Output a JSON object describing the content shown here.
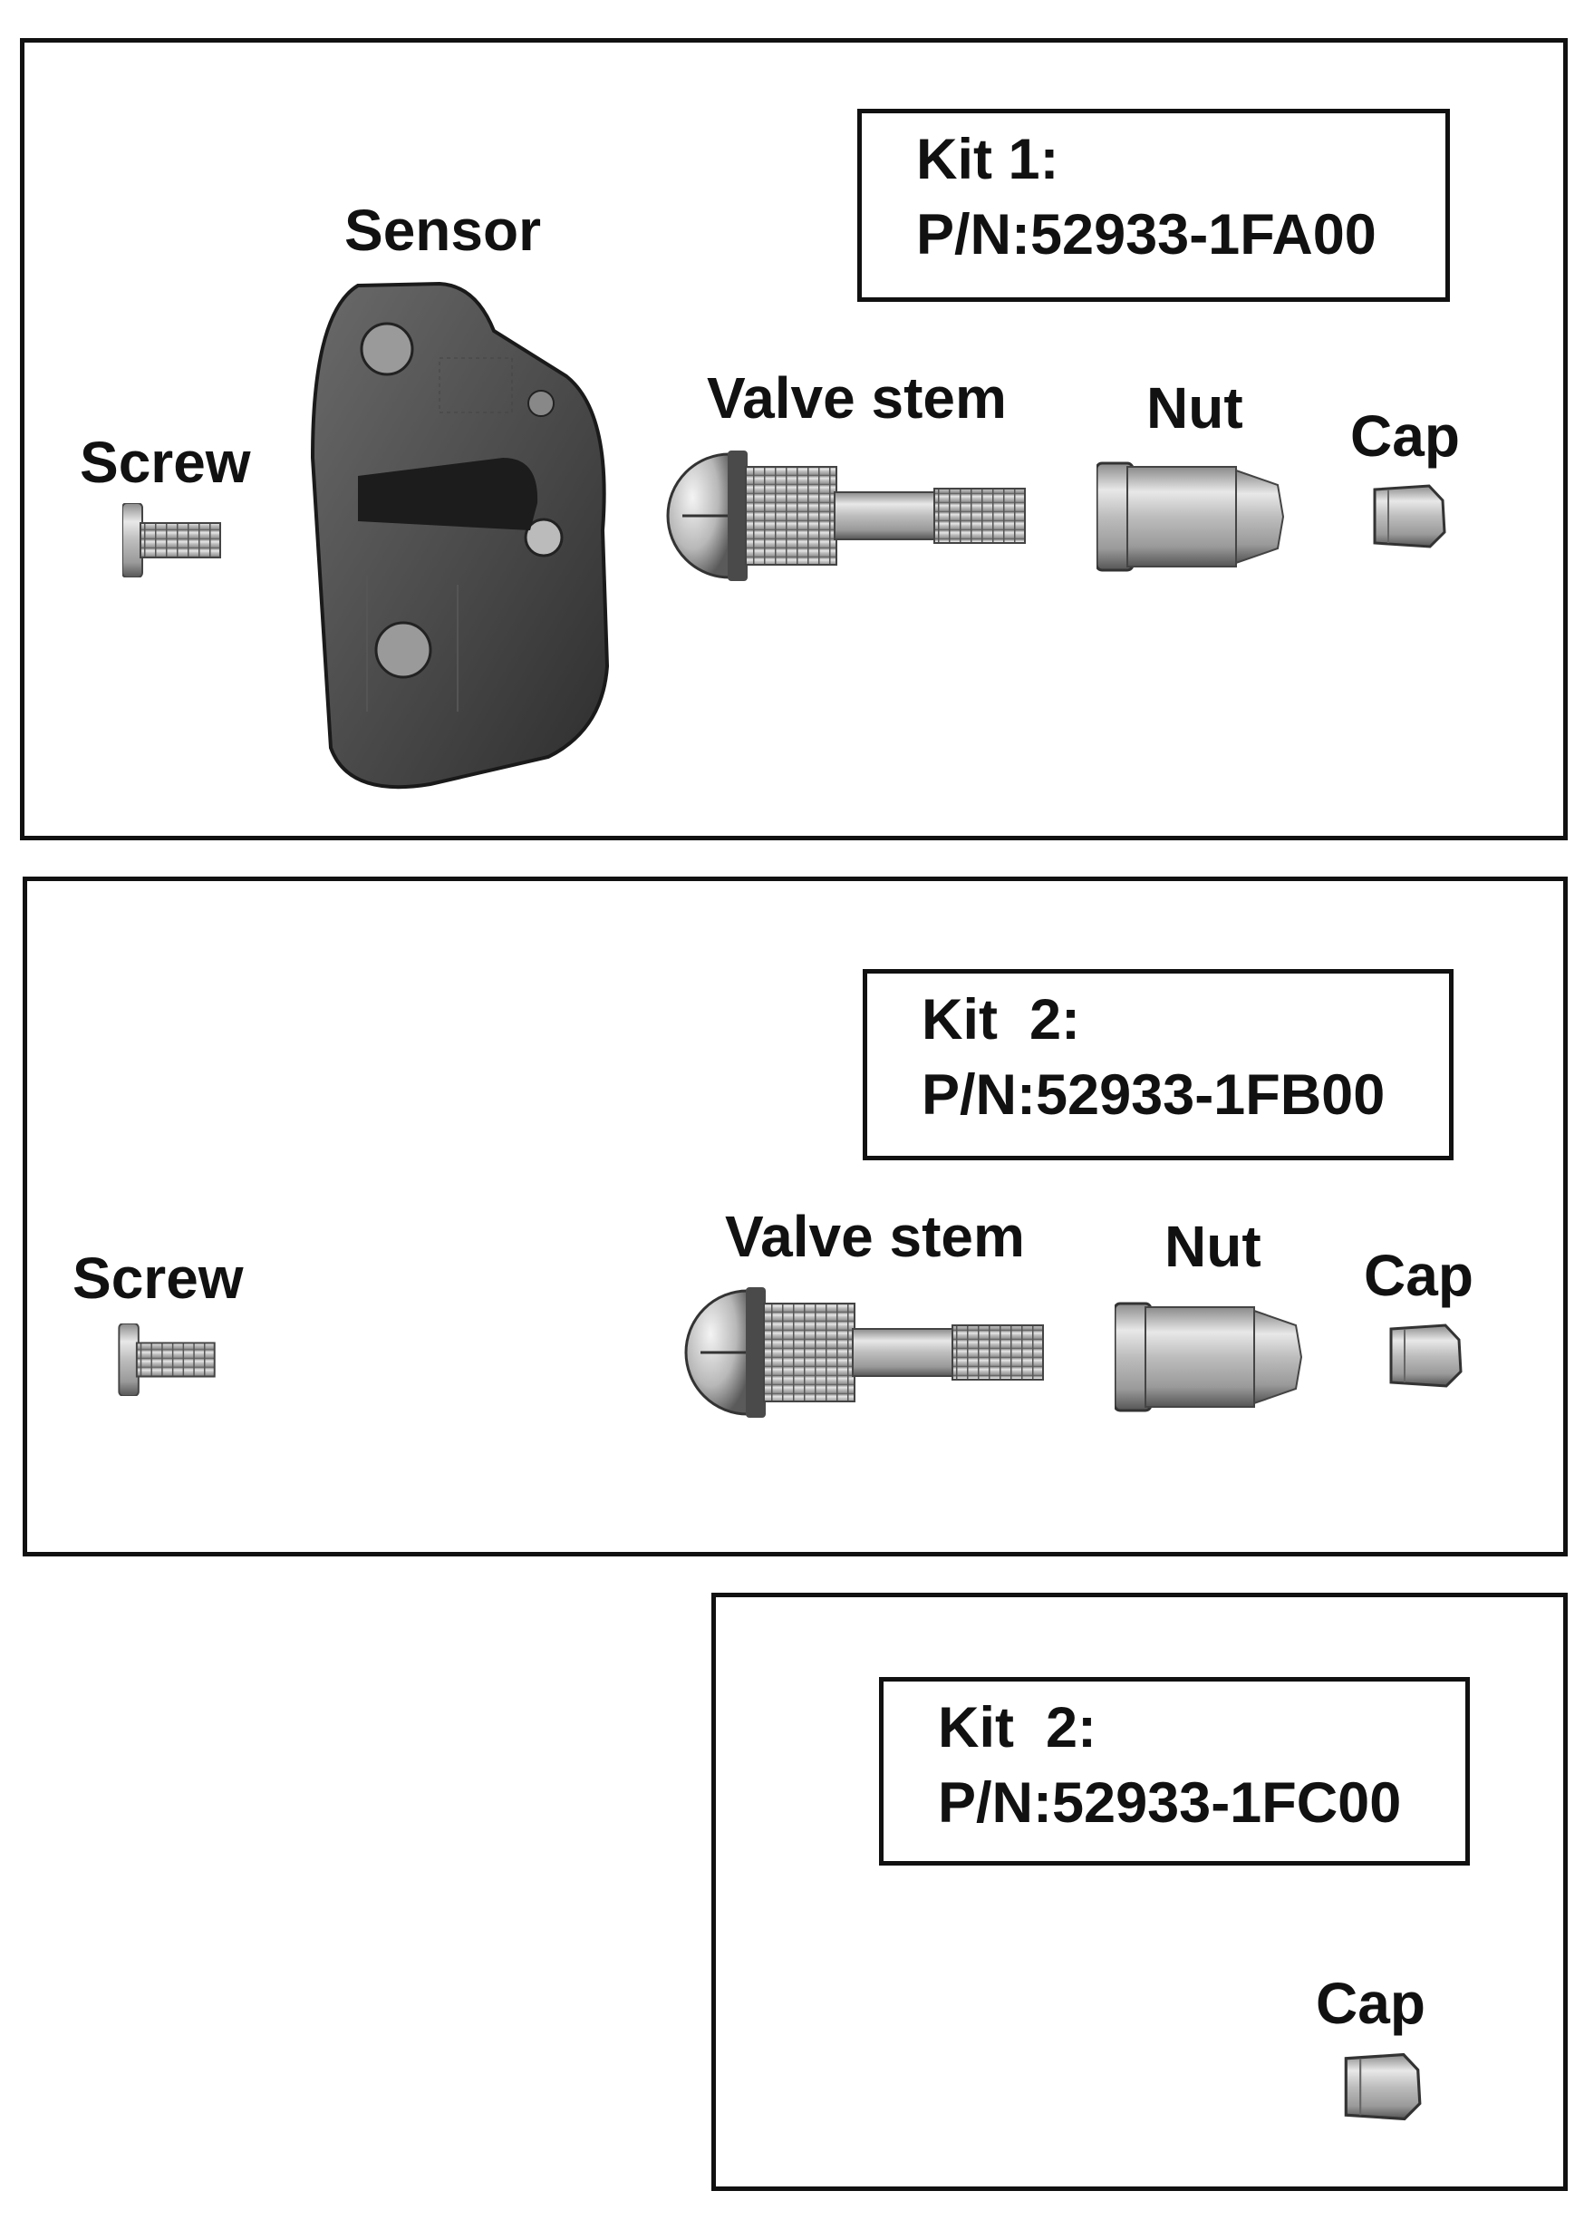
{
  "kits": [
    {
      "title": "Kit 1:",
      "part_number": "P/N:52933-1FA00",
      "labels": {
        "sensor": "Sensor",
        "screw": "Screw",
        "valve_stem": "Valve stem",
        "nut": "Nut",
        "cap": "Cap"
      }
    },
    {
      "title": "Kit  2:",
      "part_number": "P/N:52933-1FB00",
      "labels": {
        "screw": "Screw",
        "valve_stem": "Valve stem",
        "nut": "Nut",
        "cap": "Cap"
      }
    },
    {
      "title": "Kit  2:",
      "part_number": "P/N:52933-1FC00",
      "labels": {
        "cap": "Cap"
      }
    }
  ]
}
